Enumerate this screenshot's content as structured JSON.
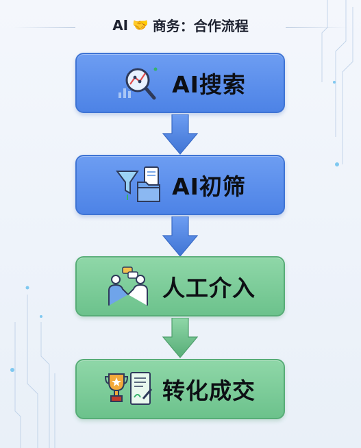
{
  "title": {
    "prefix": "AI",
    "emoji": "🤝",
    "suffix": "商务：合作流程"
  },
  "steps": [
    {
      "label": "AI搜索",
      "icon": "magnifier-chart-icon",
      "color": "#5a8fea"
    },
    {
      "label": "AI初筛",
      "icon": "funnel-folder-icon",
      "color": "#5a8fea"
    },
    {
      "label": "人工介入",
      "icon": "handshake-people-icon",
      "color": "#7ccb98"
    },
    {
      "label": "转化成交",
      "icon": "trophy-contract-icon",
      "color": "#7ccb98"
    }
  ]
}
